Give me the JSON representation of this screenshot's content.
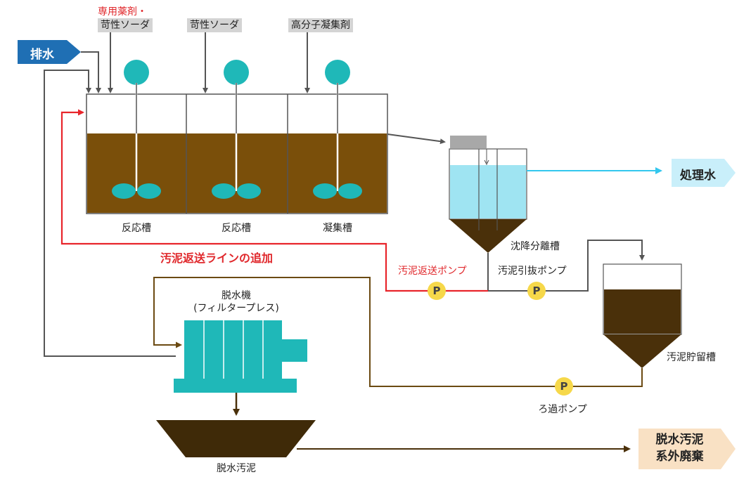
{
  "inputs": {
    "wastewater": "排水",
    "special_chemical_line1": "専用薬剤・",
    "special_chemical_line2": "苛性ソーダ",
    "caustic_soda": "苛性ソーダ",
    "polymer_coagulant": "高分子凝集剤"
  },
  "tanks": {
    "reaction_tank_1": "反応槽",
    "reaction_tank_2": "反応槽",
    "coagulation_tank": "凝集槽",
    "sedimentation_tank": "沈降分離槽",
    "sludge_storage_tank": "汚泥貯留槽"
  },
  "pumps": {
    "sludge_return_pump": "汚泥返送ポンプ",
    "sludge_extraction_pump": "汚泥引抜ポンプ",
    "filtration_pump": "ろ過ポンプ",
    "pump_symbol": "P"
  },
  "annotations": {
    "sludge_return_line_added": "汚泥返送ラインの追加"
  },
  "dewatering": {
    "machine_line1": "脱水機",
    "machine_line2": "(フィルタープレス)",
    "dewatered_sludge": "脱水汚泥"
  },
  "outputs": {
    "treated_water": "処理水",
    "disposal_line1": "脱水汚泥",
    "disposal_line2": "系外廃棄"
  },
  "colors": {
    "sludge": "#7a4f0a",
    "dark_sludge": "#4a300a",
    "water": "#9fe4f2",
    "treated_water_line": "#33c7ee",
    "return_line": "#e8252b",
    "sludge_line": "#6b4a12",
    "gray_line": "#555555",
    "machine": "#1fb8b8",
    "pump": "#f6d84a",
    "inflow_tag": "#1f6fb4",
    "treated_tag": "#c9effa",
    "disposal_tag": "#f9e1c4"
  }
}
